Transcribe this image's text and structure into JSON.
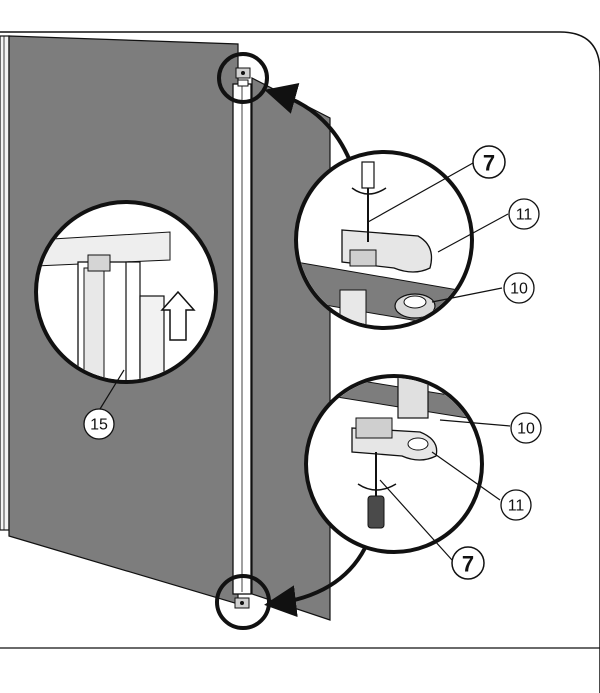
{
  "diagram": {
    "colors": {
      "panel": "#7d7d7d",
      "outline": "#111111",
      "background": "#ffffff",
      "part_light": "#e6e6e6",
      "part_mid": "#b9b9b9"
    },
    "callouts": {
      "part_7_top": "7",
      "part_11_top": "11",
      "part_10_top": "10",
      "part_15": "15",
      "part_10_bottom": "10",
      "part_11_bottom": "11",
      "part_7_bottom": "7"
    }
  }
}
